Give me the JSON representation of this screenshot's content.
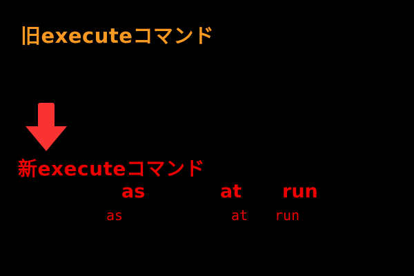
{
  "background_color": "#000000",
  "colors": {
    "old_heading": "#FA9921",
    "new_heading": "#EE0000",
    "arrow": "#F93232",
    "argument_text": "#EE0000"
  },
  "old_section": {
    "heading": "旧executeコマンド"
  },
  "transition": {
    "arrow_icon": "arrow-down-icon",
    "direction": "down"
  },
  "new_section": {
    "heading": "新executeコマンド",
    "arguments_bold": [
      {
        "label": "as"
      },
      {
        "label": "at"
      },
      {
        "label": "run"
      }
    ],
    "arguments_plain": [
      {
        "label": "as"
      },
      {
        "label": "at"
      },
      {
        "label": "run"
      }
    ]
  }
}
